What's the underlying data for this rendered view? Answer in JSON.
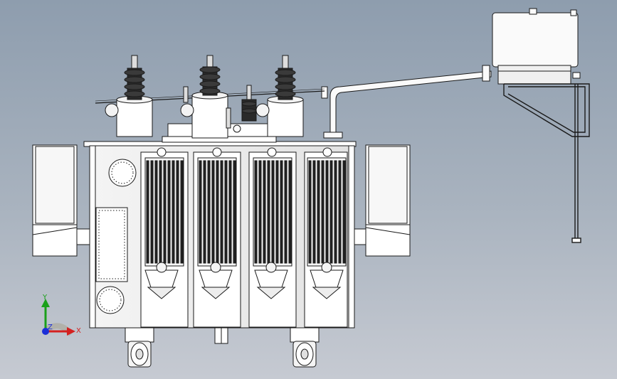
{
  "viewport": {
    "background_top": "#8e9dae",
    "background_bottom": "#c6cad2"
  },
  "model": {
    "description_icon": "transformer-model",
    "line_color": "#1a1a1a",
    "fill_color": "#ffffff",
    "shade_color": "#d8d8d8",
    "bushing_color": "#2a2a2a"
  },
  "triad": {
    "x_label": "X",
    "y_label": "Y",
    "z_label": "Z",
    "x_color": "#d42020",
    "y_color": "#1aa01a",
    "z_color": "#1c2fd8"
  }
}
